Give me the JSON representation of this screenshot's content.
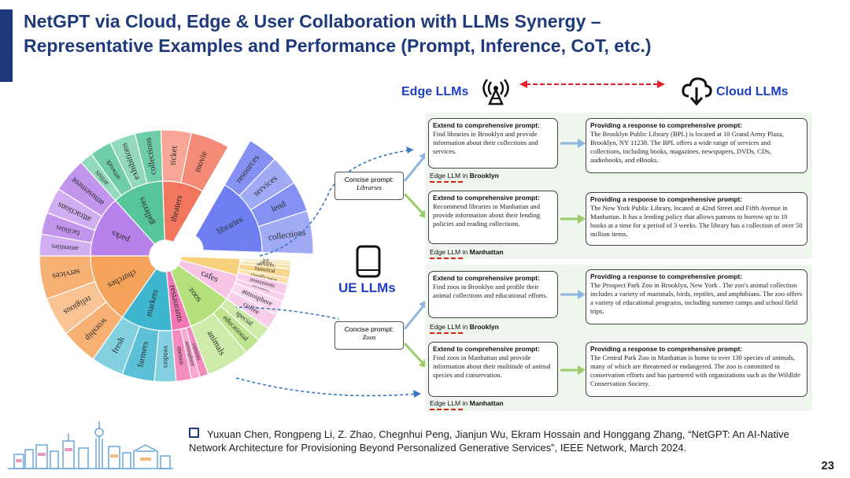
{
  "title": {
    "line1": "NetGPT via Cloud, Edge & User Collaboration with LLMs Synergy –",
    "line2": "Representative Examples and Performance (Prompt, Inference, CoT, etc.)"
  },
  "headers": {
    "edge": "Edge LLMs",
    "cloud": "Cloud LLMs",
    "ue": "UE LLMs"
  },
  "concise_prompts": [
    {
      "label": "Concise prompt:",
      "value": "Libraries"
    },
    {
      "label": "Concise prompt:",
      "value": "Zoos"
    }
  ],
  "examples": [
    {
      "extend_head": "Extend to comprehensive prompt:",
      "extend_text": "Find libraries in Brooklyn and provide information about their collections and services.",
      "location_label": "Edge LLM in",
      "location": "Brooklyn",
      "response_head": "Providing a response to comprehensive prompt:",
      "response_text": "The Brooklyn Public Library (BPL) is located at 10 Grand Army Plaza, Brooklyn, NY 11238. The BPL offers a wide range of services and collections, including books, magazines, newspapers, DVDs, CDs, audiobooks, and eBooks."
    },
    {
      "extend_head": "Extend to comprehensive prompt:",
      "extend_text": "Recommend libraries in Manhattan and provide information about their lending policies and reading collections.",
      "location_label": "Edge LLM in",
      "location": "Manhattan",
      "response_head": "Providing a response to comprehensive prompt:",
      "response_text": "The New York Public Library, located at 42nd Street and Fifth Avenue in Manhattan. It has a lending policy that allows patrons to borrow up to 10 books at a time for a period of 3 weeks. The library has a collection of over 50 million items."
    },
    {
      "extend_head": "Extend to comprehensive prompt:",
      "extend_text": "Find zoos in Brooklyn and profile their animal collections and educational efforts.",
      "location_label": "Edge LLM in",
      "location": "Brooklyn",
      "response_head": "Providing a response to comprehensive prompt:",
      "response_text": "The Prospect Park Zoo in Brooklyn, New York . The zoo's animal collection includes a variety of mammals, birds, reptiles, and amphibians. The zoo offers a variety of educational programs, including summer camps and school field trips."
    },
    {
      "extend_head": "Extend to comprehensive prompt:",
      "extend_text": "Find zoos in Manhattan and provide information about their multitude of animal species and conservation.",
      "location_label": "Edge LLM in",
      "location": "Manhattan",
      "response_head": "Providing a response to comprehensive prompt:",
      "response_text": "The Central Park Zoo in Manhattan is home to over 130 species of animals, many of which are threatened or endangered. The zoo is committed to conservation efforts and has partnered with organizations such as the Wildlife Conservation Society."
    }
  ],
  "sunburst": {
    "inner": [
      "libraries",
      "theaters",
      "galleries",
      "parks",
      "churches",
      "markets",
      "restaurants",
      "zoos",
      "cafes"
    ],
    "outer": [
      "resources",
      "services",
      "lend",
      "collections",
      "movie",
      "ticket",
      "collections",
      "exhibitions",
      "artwork",
      "artists",
      "amusement",
      "attractions",
      "facilities",
      "amenities",
      "services",
      "religious",
      "worship",
      "fresh",
      "farmers",
      "vendors",
      "menus",
      "atmosphere",
      "cuisines",
      "animals",
      "educational",
      "special",
      "coffee",
      "atmosphere",
      "drinks",
      "significance",
      "historical",
      "services",
      "swim",
      "ice",
      "monuments"
    ],
    "colors": {
      "libraries": "#6f7ef0",
      "theaters": "#f2765e",
      "galleries": "#57c49a",
      "parks": "#b782ea",
      "churches": "#f5a25b",
      "markets": "#3fb6cf",
      "restaurants": "#f278b4",
      "zoos": "#b3e07a",
      "cafes": "#f7c4e6",
      "misc": "#f6d07a"
    }
  },
  "reference": {
    "text": "Yuxuan Chen, Rongpeng Li, Z. Zhao, Chegnhui Peng, Jianjun Wu, Ekram Hossain and Honggang Zhang, “NetGPT: An AI-Native Network Architecture for Provisioning Beyond Personalized Generative Services”, IEEE Network, March 2024."
  },
  "page_number": "23"
}
